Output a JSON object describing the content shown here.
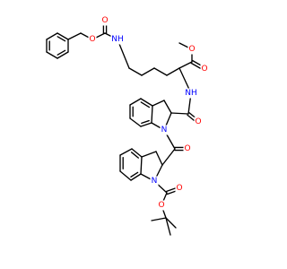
{
  "molecule": {
    "atom_labels": [
      "O",
      "O",
      "NH",
      "O",
      "O",
      "NH",
      "O",
      "N",
      "O",
      "N",
      "O",
      "O"
    ],
    "colors": {
      "bond": "#000000",
      "oxygen": "#ff0000",
      "nitrogen": "#0000ff",
      "background": "#ffffff"
    }
  }
}
